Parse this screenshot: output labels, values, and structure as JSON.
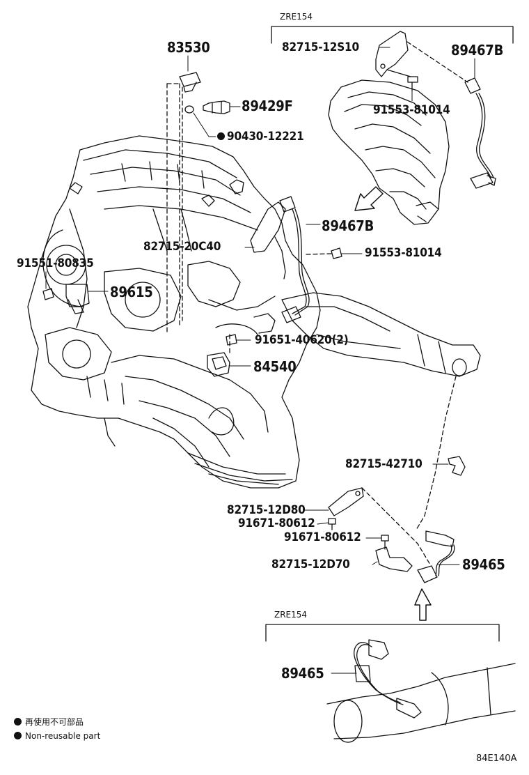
{
  "group_labels": {
    "top": "ZRE154",
    "bottom": "ZRE154"
  },
  "parts": {
    "p83530": "83530",
    "p89429F": "89429F",
    "p90430": "90430-12221",
    "p82715_12S10": "82715-12S10",
    "p89467B_top": "89467B",
    "p91553_top": "91553-81014",
    "p89467B_mid": "89467B",
    "p82715_20C40": "82715-20C40",
    "p91553_mid": "91553-81014",
    "p91551": "91551-80835",
    "p89615": "89615",
    "p91651": "91651-40620(2)",
    "p84540": "84540",
    "p82715_42710": "82715-42710",
    "p82715_12D80": "82715-12D80",
    "p91671_a": "91671-80612",
    "p91671_b": "91671-80612",
    "p82715_12D70": "82715-12D70",
    "p89465_a": "89465",
    "p89465_b": "89465"
  },
  "legend": {
    "jp": "再使用不可部品",
    "en": "Non-reusable part"
  },
  "figure_code": "84E140A"
}
